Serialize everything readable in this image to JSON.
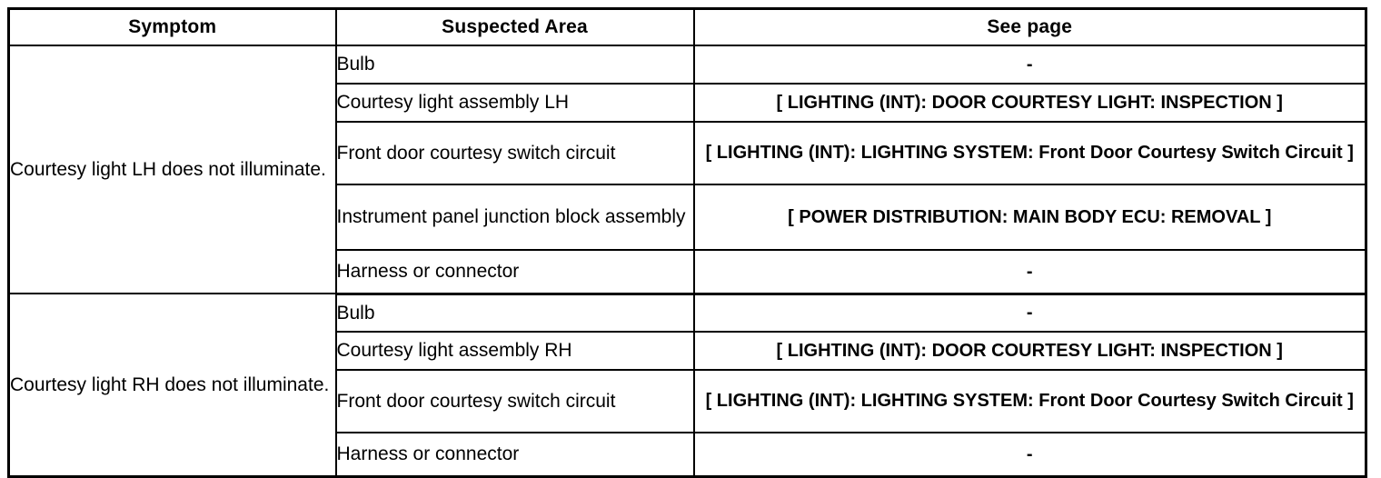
{
  "table": {
    "headers": {
      "symptom": "Symptom",
      "suspected_area": "Suspected Area",
      "see_page": "See page"
    },
    "blocks": [
      {
        "symptom": "Courtesy light LH does not illuminate.",
        "rows": [
          {
            "suspected_area": "Bulb",
            "see_page": "-"
          },
          {
            "suspected_area": "Courtesy light assembly LH",
            "see_page": "[ LIGHTING (INT): DOOR COURTESY LIGHT: INSPECTION ]"
          },
          {
            "suspected_area": "Front door courtesy switch circuit",
            "see_page": "[ LIGHTING (INT): LIGHTING SYSTEM: Front Door Courtesy Switch Circuit ]"
          },
          {
            "suspected_area": "Instrument panel junction block assembly",
            "see_page": "[ POWER DISTRIBUTION: MAIN BODY ECU: REMOVAL ]"
          },
          {
            "suspected_area": "Harness or connector",
            "see_page": "-"
          }
        ]
      },
      {
        "symptom": "Courtesy light RH does not illuminate.",
        "rows": [
          {
            "suspected_area": "Bulb",
            "see_page": "-"
          },
          {
            "suspected_area": "Courtesy light assembly RH",
            "see_page": "[ LIGHTING (INT): DOOR COURTESY LIGHT: INSPECTION ]"
          },
          {
            "suspected_area": "Front door courtesy switch circuit",
            "see_page": "[ LIGHTING (INT): LIGHTING SYSTEM: Front Door Courtesy Switch Circuit ]"
          },
          {
            "suspected_area": "Harness or connector",
            "see_page": "-"
          }
        ]
      }
    ]
  },
  "colors": {
    "border": "#000000",
    "background": "#ffffff",
    "text": "#000000"
  }
}
